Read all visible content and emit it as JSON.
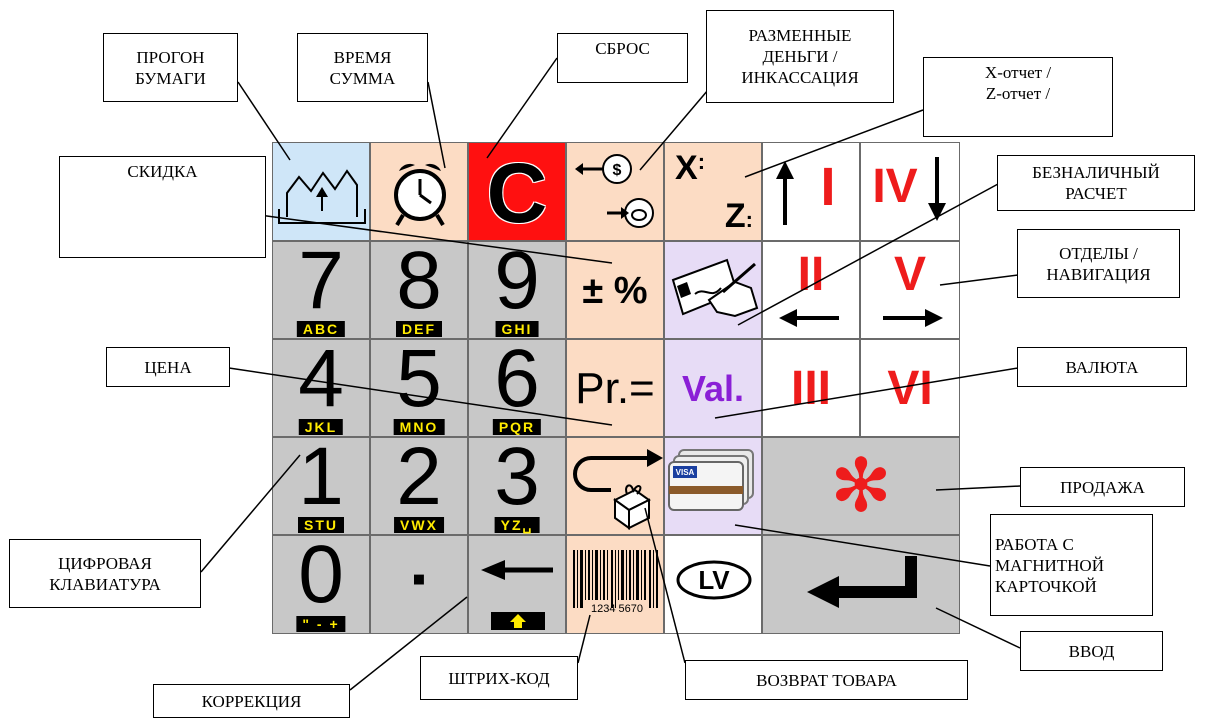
{
  "keys": {
    "k7": {
      "digit": "7",
      "letters": "ABC"
    },
    "k8": {
      "digit": "8",
      "letters": "DEF"
    },
    "k9": {
      "digit": "9",
      "letters": "GHI"
    },
    "k4": {
      "digit": "4",
      "letters": "JKL"
    },
    "k5": {
      "digit": "5",
      "letters": "MNO"
    },
    "k6": {
      "digit": "6",
      "letters": "PQR"
    },
    "k1": {
      "digit": "1",
      "letters": "STU"
    },
    "k2": {
      "digit": "2",
      "letters": "VWX"
    },
    "k3": {
      "digit": "3",
      "letters": "YZ␣"
    },
    "k0": {
      "digit": "0",
      "letters": "\" - +"
    },
    "dot": "▪",
    "clear": "C",
    "xz_x": "X",
    "xz_z": "Z",
    "discount": "± %",
    "price": "Pr.=",
    "currency": "Val.",
    "roman": [
      "I",
      "II",
      "III",
      "IV",
      "V",
      "VI"
    ],
    "barcode_digits": "1234 5670",
    "lv": "LV",
    "star": "✻"
  },
  "labels": {
    "paper_feed": [
      "ПРОГОН",
      "БУМАГИ"
    ],
    "time_sum": [
      "ВРЕМЯ",
      "СУММА"
    ],
    "reset": [
      "СБРОС"
    ],
    "change_money": [
      "РАЗМЕННЫЕ",
      "ДЕНЬГИ /",
      "ИНКАССАЦИЯ"
    ],
    "xz_report": [
      "X-отчет /",
      "Z-отчет /"
    ],
    "discount": [
      "СКИДКА"
    ],
    "cashless": [
      "БЕЗНАЛИЧНЫЙ",
      "РАСЧЕТ"
    ],
    "departments": [
      "ОТДЕЛЫ /",
      "НАВИГАЦИЯ"
    ],
    "price": [
      "ЦЕНА"
    ],
    "currency": [
      "ВАЛЮТА"
    ],
    "sale": [
      "ПРОДАЖА"
    ],
    "magnetic_card": [
      "РАБОТА С",
      "МАГНИТНОЙ",
      "КАРТОЧКОЙ"
    ],
    "numeric_keypad": [
      "ЦИФРОВАЯ",
      "КЛАВИАТУРА"
    ],
    "enter": [
      "ВВОД"
    ],
    "barcode": [
      "ШТРИХ-КОД"
    ],
    "return_goods": [
      "ВОЗВРАТ  ТОВАРА"
    ],
    "correction": [
      "КОРРЕКЦИЯ"
    ]
  },
  "colors": {
    "gray": "#c8c8c8",
    "peach": "#fcdcc4",
    "light_blue": "#cfe6f8",
    "red": "#ff1010",
    "lavender": "#e7dcf6",
    "roman_red": "#ee1c1c",
    "letters_yellow": "#ffeb00"
  }
}
